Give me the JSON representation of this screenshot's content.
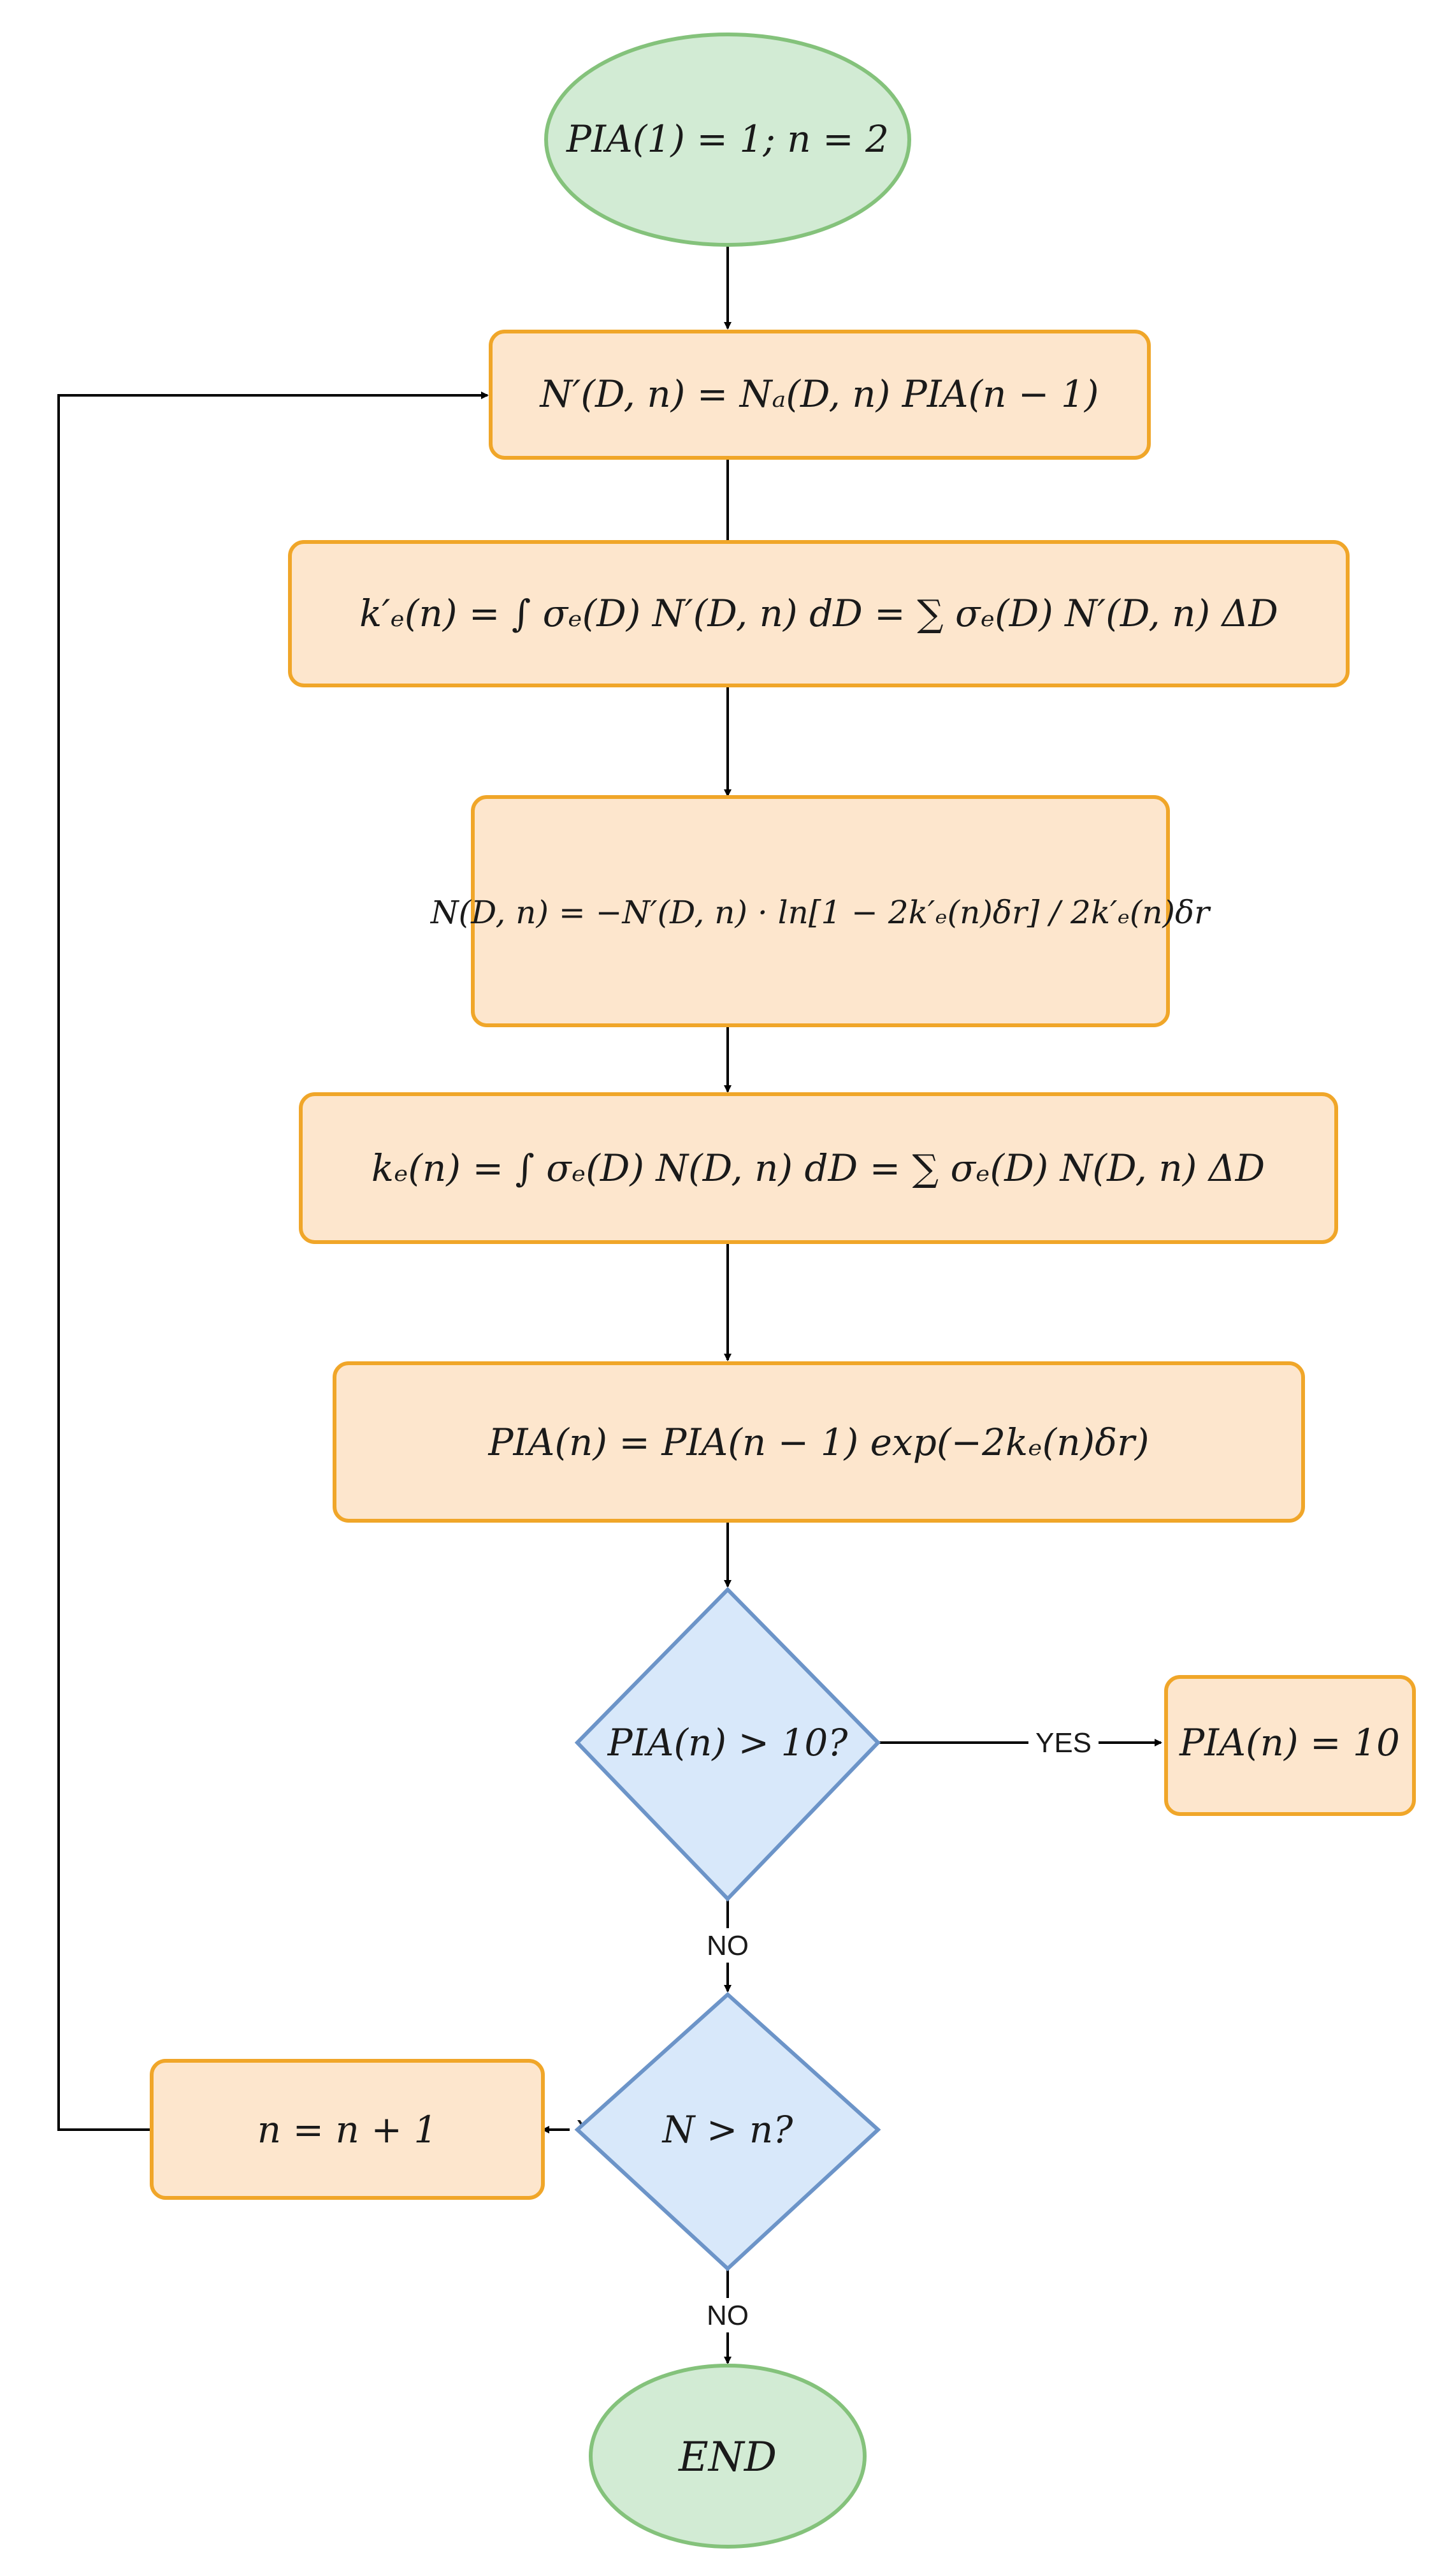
{
  "colors": {
    "process_fill": "#fde6cd",
    "process_stroke": "#f0a629",
    "decision_fill": "#d8e8fa",
    "decision_stroke": "#6c94c8",
    "terminal_fill": "#d2ebd4",
    "terminal_stroke": "#84c27b",
    "line": "#000000"
  },
  "nodes": {
    "start": "PIA(1) = 1; n = 2",
    "n_prime": "N′(D, n) = Nₐ(D, n) PIA(n − 1)",
    "ke_prime": "k′ₑ(n) = ∫ σₑ(D) N′(D, n) dD = ∑ σₑ(D) N′(D, n) ΔD",
    "n_corrected": "N(D, n) = −N′(D, n) · ln[1 − 2k′ₑ(n)δr] / 2k′ₑ(n)δr",
    "ke": "kₑ(n) = ∫ σₑ(D) N(D, n) dD = ∑ σₑ(D) N(D, n) ΔD",
    "pia": "PIA(n) = PIA(n − 1) exp(−2kₑ(n)δr)",
    "decision_pia": "PIA(n) > 10?",
    "pia_cap": "PIA(n) = 10",
    "decision_n": "N > n?",
    "increment": "n = n + 1",
    "end": "END"
  },
  "edges": {
    "yes_1": "YES",
    "no_1": "NO",
    "yes_2": "YES",
    "no_2": "NO"
  }
}
